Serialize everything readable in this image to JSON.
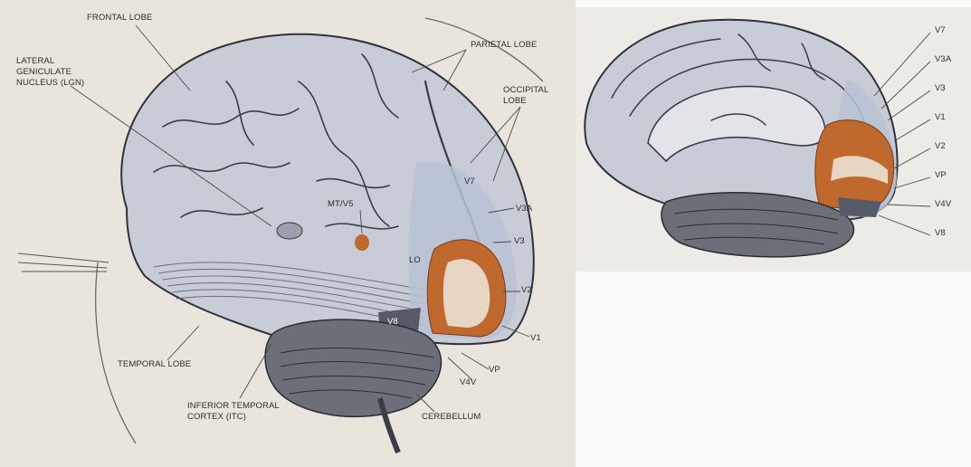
{
  "left_figure": {
    "labels": {
      "frontal_lobe": "FRONTAL LOBE",
      "lgn": "LATERAL GENICULATE NUCLEUS (LGN)",
      "parietal_lobe": "PARIETAL LOBE",
      "occipital_lobe": "OCCIPITAL LOBE",
      "mt_v5": "MT/V5",
      "v7": "V7",
      "v3a": "V3A",
      "v3": "V3",
      "lo": "LO",
      "v2": "V2",
      "v8": "V8",
      "v1": "V1",
      "vp": "VP",
      "v4v": "V4v",
      "temporal_lobe": "TEMPORAL LOBE",
      "itc": "INFERIOR TEMPORAL CORTEX (ITC)",
      "cerebellum": "CEREBELLUM"
    }
  },
  "right_figure": {
    "labels": {
      "v7": "V7",
      "v3a": "V3A",
      "v3": "V3",
      "v1": "V1",
      "v2": "V2",
      "vp": "VP",
      "v4v": "V4v",
      "v8": "V8"
    }
  },
  "colors": {
    "background": "#e9e5dc",
    "cortex": "#c8ccd6",
    "sulci": "#3a3d48",
    "visual_area_highlight": "#c0692f",
    "visual_area_pale": "#e7d6c4",
    "label_text": "#2c2c2c"
  }
}
